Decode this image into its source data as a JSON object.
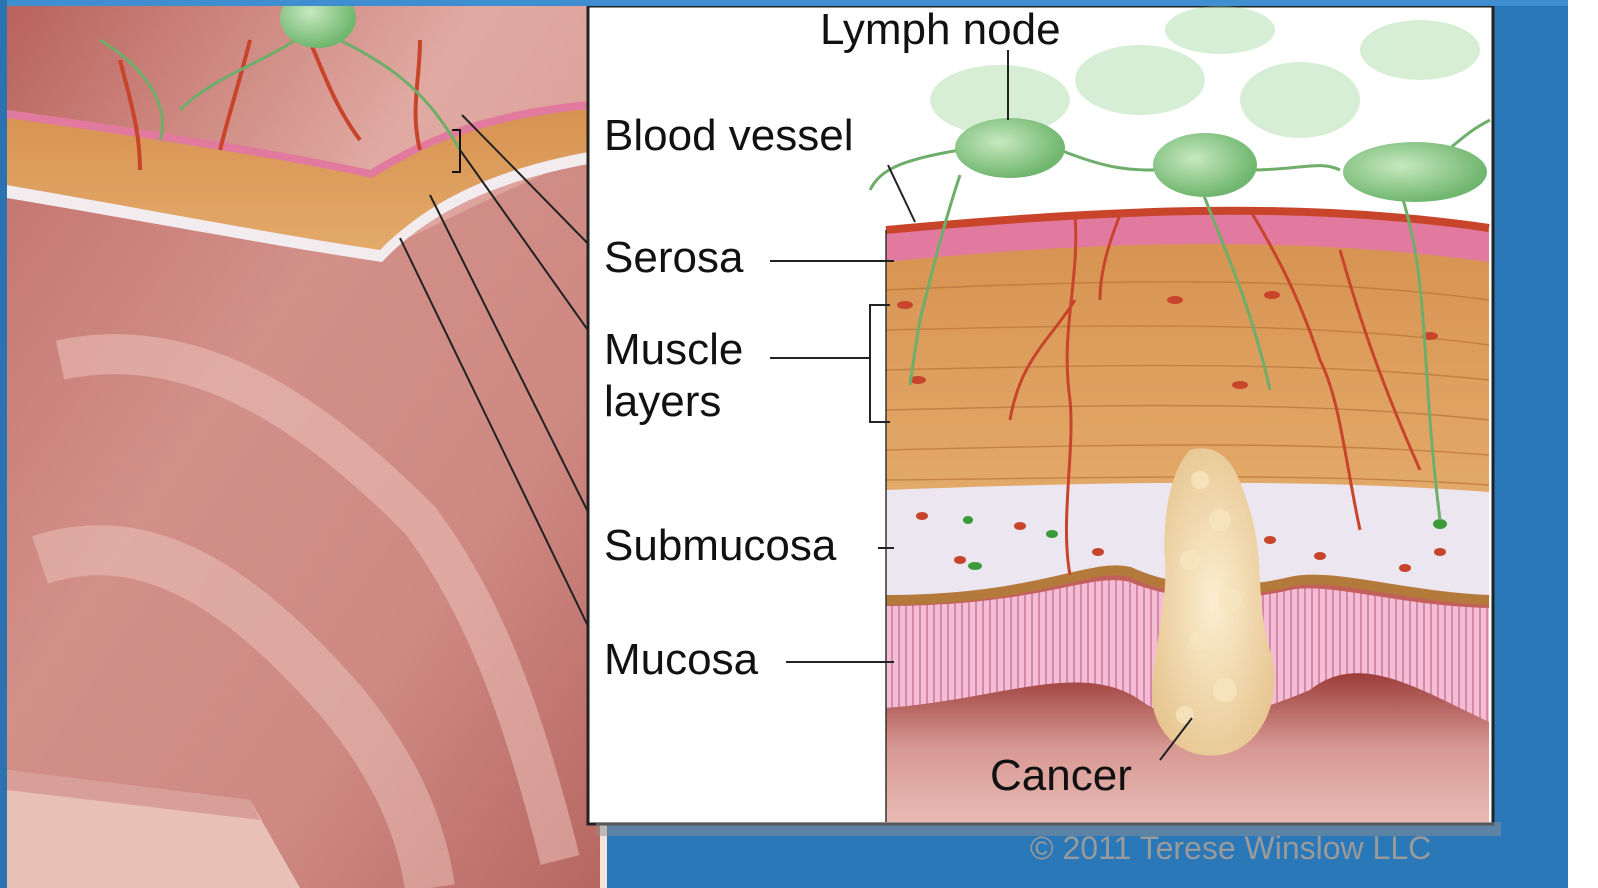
{
  "labels": {
    "lymph_node": "Lymph node",
    "blood_vessel": "Blood vessel",
    "serosa": "Serosa",
    "muscle_line1": "Muscle",
    "muscle_line2": "layers",
    "submucosa": "Submucosa",
    "mucosa": "Mucosa",
    "cancer": "Cancer"
  },
  "copyright": "© 2011 Terese Winslow LLC",
  "colors": {
    "stomach_outer": "#c9807a",
    "stomach_inner": "#e7b5ac",
    "muscle": "#dc9a58",
    "serosa": "#e27aa0",
    "submucosa": "#e9e3ef",
    "mucosa": "#f3b7cf",
    "blood_vessel": "#c8452c",
    "lymph_node": "#7fc37f",
    "cancer": "#f0d9b0"
  }
}
